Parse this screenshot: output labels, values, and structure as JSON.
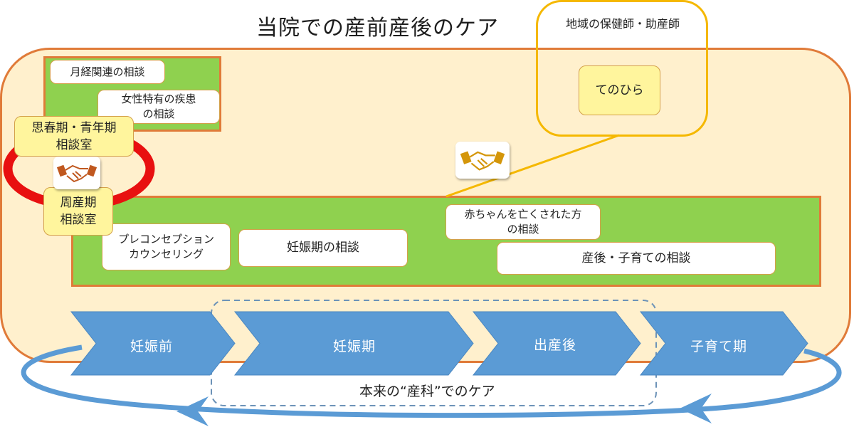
{
  "title": "当院での産前産後のケア",
  "hospital_top_group": {
    "items": [
      {
        "label": "月経関連の相談"
      },
      {
        "label": "女性特有の疾患\nの相談"
      }
    ]
  },
  "consultation_rooms": {
    "adolescent": "思春期・青年期\n相談室",
    "perinatal": "周産期\n相談室",
    "link_icon": "handshake-icon"
  },
  "hospital_main_group": {
    "items": [
      {
        "label": "プレコンセプション\nカウンセリング"
      },
      {
        "label": "妊娠期の相談"
      },
      {
        "label": "赤ちゃんを亡くされた方\nの相談"
      },
      {
        "label": "産後・子育ての相談"
      }
    ]
  },
  "community": {
    "title": "地域の保健師・助産師",
    "service": "てのひら",
    "link_icon": "handshake-icon"
  },
  "stages": [
    {
      "label": "妊娠前"
    },
    {
      "label": "妊娠期"
    },
    {
      "label": "出産後"
    },
    {
      "label": "子育て期"
    }
  ],
  "obstetrics_scope_label": "本来の“産科”でのケア",
  "colors": {
    "panel_fill": "#fff0cd",
    "panel_border": "#e07b39",
    "green": "#8fd14f",
    "yellow_card": "#fff59d",
    "stage_blue": "#5b9bd5",
    "ring_red": "#e81010",
    "community_border": "#f5b800"
  }
}
